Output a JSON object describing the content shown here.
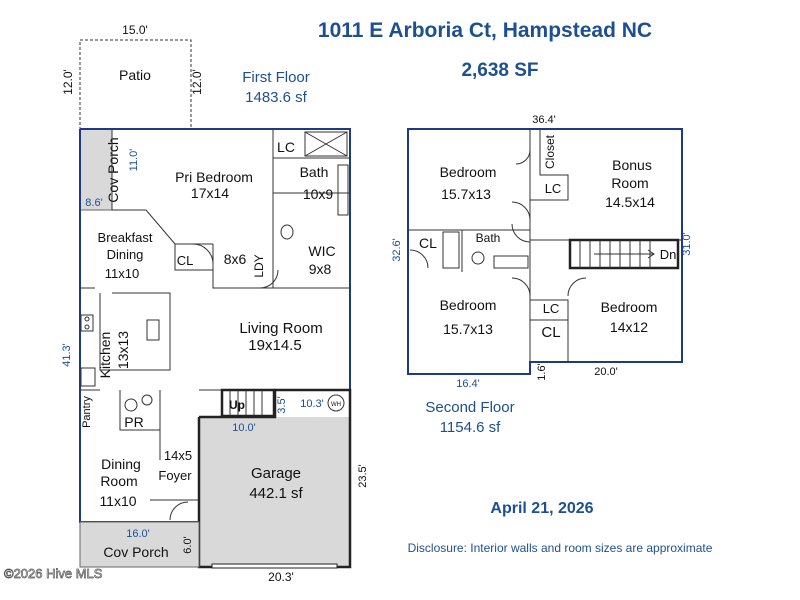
{
  "header": {
    "address": "1011 E Arboria Ct, Hampstead NC",
    "total_area": "2,638 SF"
  },
  "first_floor": {
    "label": "First Floor",
    "area": "1483.6 sf",
    "rooms": {
      "patio": "Patio",
      "cov_porch_back": "Cov Porch",
      "pri_bedroom_name": "Pri Bedroom",
      "pri_bedroom_size": "17x14",
      "lc": "LC",
      "bath_name": "Bath",
      "bath_size": "10x9",
      "breakfast_name": "Breakfast",
      "breakfast_name2": "Dining",
      "breakfast_size": "11x10",
      "cl": "CL",
      "laundry_size": "8x6",
      "laundry_name": "LDY",
      "wic_name": "WIC",
      "wic_size": "9x8",
      "living_name": "Living Room",
      "living_size": "19x14.5",
      "kitchen_name": "Kitchen",
      "kitchen_size": "13x13",
      "pantry": "Pantry",
      "pr": "PR",
      "up": "Up",
      "wh": "WH",
      "foyer_size": "14x5",
      "foyer_name": "Foyer",
      "dining_name": "Dining",
      "dining_name2": "Room",
      "dining_size": "11x10",
      "garage_name": "Garage",
      "garage_area": "442.1 sf",
      "cov_porch_front": "Cov Porch"
    },
    "dimensions": {
      "patio_width": "15.0'",
      "patio_depth_left": "12.0'",
      "patio_depth_right": "12.0'",
      "porch_depth": "11.0'",
      "porch_width": "8.6'",
      "overall_depth": "41.3'",
      "stair_offset": "3.5'",
      "garage_top": "10.3'",
      "garage_inner": "10.0'",
      "garage_depth": "23.5'",
      "front_porch_width": "16.0'",
      "front_porch_depth": "6.0'",
      "garage_width": "20.3'"
    }
  },
  "second_floor": {
    "label": "Second Floor",
    "area": "1154.6 sf",
    "rooms": {
      "bed1_name": "Bedroom",
      "bed1_size": "15.7x13",
      "closet": "Closet",
      "bonus_name": "Bonus",
      "bonus_name2": "Room",
      "bonus_size": "14.5x14",
      "lc1": "LC",
      "cl_left": "CL",
      "bath": "Bath",
      "dn": "Dn",
      "bed2_name": "Bedroom",
      "bed2_size": "15.7x13",
      "lc2": "LC",
      "bed3_name": "Bedroom",
      "bed3_size": "14x12",
      "cl_mid": "CL"
    },
    "dimensions": {
      "top_width": "36.4'",
      "left_depth": "32.6'",
      "right_depth": "31.0'",
      "bottom_left": "16.4'",
      "bottom_right": "20.0'",
      "step": "1.6'"
    }
  },
  "footer": {
    "date": "April 21, 2026",
    "disclosure": "Disclosure: Interior walls and room sizes are approximate",
    "watermark": "©2026 Hive MLS"
  }
}
